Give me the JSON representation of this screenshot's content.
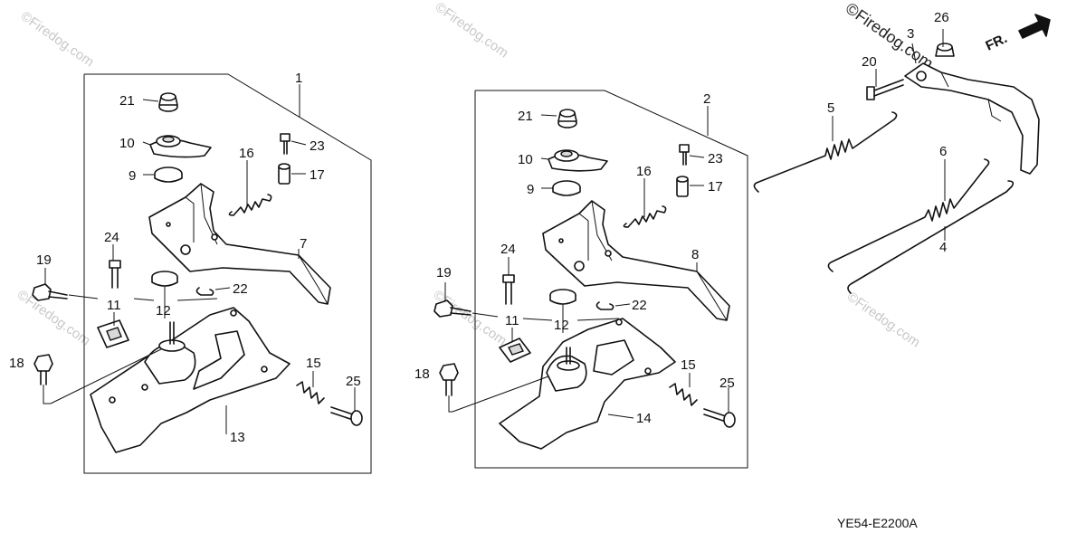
{
  "watermark": {
    "text": "©Firedog.com"
  },
  "diagram_code": "YE54-E2200A",
  "direction_marker": "FR.",
  "callouts": {
    "c1": "1",
    "c2": "2",
    "c3": "3",
    "c4": "4",
    "c5": "5",
    "c6": "6",
    "c7": "7",
    "c8": "8",
    "c9": "9",
    "c10": "10",
    "c11": "11",
    "c12": "12",
    "c13": "13",
    "c14": "14",
    "c15": "15",
    "c16": "16",
    "c17": "17",
    "c18": "18",
    "c19": "19",
    "c20": "20",
    "c21": "21",
    "c22": "22",
    "c23": "23",
    "c24": "24",
    "c25": "25",
    "c26": "26"
  }
}
